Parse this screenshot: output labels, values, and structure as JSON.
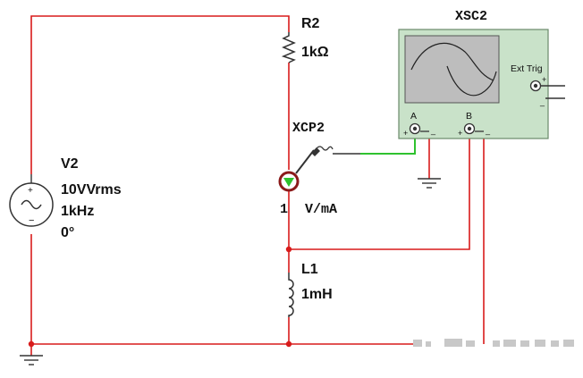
{
  "colors": {
    "wire": "#d81b1b",
    "probe_wire": "#2fc22f",
    "scope_body": "#c9e2c9",
    "scope_screen": "#bdbdbd",
    "junction": "#d81b1b",
    "probe_ring": "#8b1a1a"
  },
  "components": {
    "source": {
      "name": "V2",
      "voltage": "10VVrms",
      "frequency": "1kHz",
      "phase": "0°"
    },
    "resistor": {
      "name": "R2",
      "value": "1kΩ"
    },
    "inductor": {
      "name": "L1",
      "value": "1mH"
    },
    "current_probe": {
      "name": "XCP2",
      "ratio_value": "1",
      "ratio_unit": "V/mA"
    },
    "oscilloscope": {
      "name": "XSC2",
      "channel_a": "A",
      "channel_b": "B",
      "ext_trig": "Ext Trig",
      "plus": "+",
      "minus": "_"
    }
  },
  "icons": [
    "sine-source-icon",
    "resistor-icon",
    "inductor-icon",
    "current-probe-icon",
    "ground-icon",
    "oscilloscope-icon"
  ]
}
